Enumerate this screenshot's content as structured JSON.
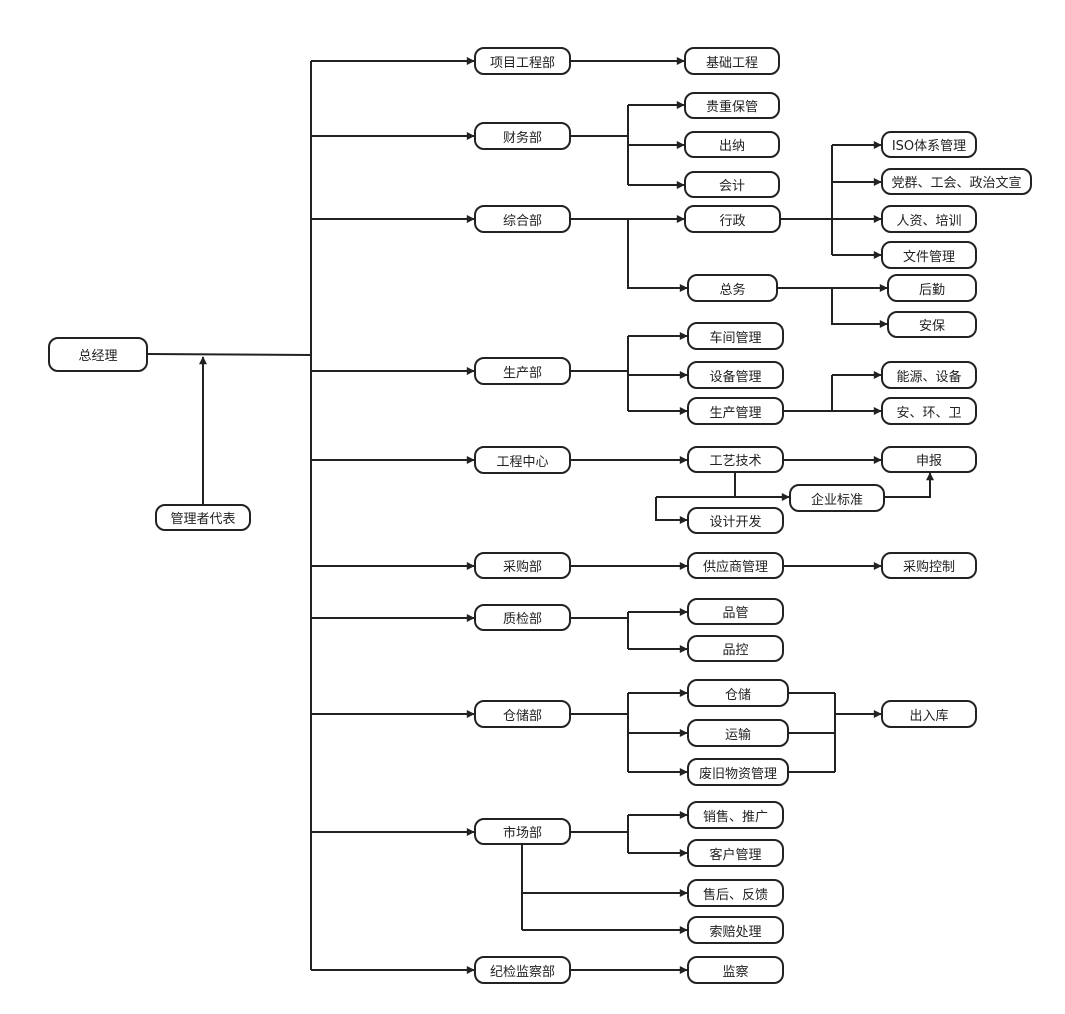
{
  "nodes": {
    "ceo": "总经理",
    "mgmt_rep": "管理者代表",
    "proj": "项目工程部",
    "foundation": "基础工程",
    "finance": "财务部",
    "valuables": "贵重保管",
    "cashier": "出纳",
    "accounting": "会计",
    "general_affairs_dept": "综合部",
    "admin": "行政",
    "iso": "ISO体系管理",
    "party": "党群、工会、政治文宣",
    "hr": "人资、培训",
    "docs": "文件管理",
    "general_services": "总务",
    "logistics": "后勤",
    "security": "安保",
    "production_dept": "生产部",
    "workshop": "车间管理",
    "equipment": "设备管理",
    "production_mgmt": "生产管理",
    "energy": "能源、设备",
    "safety": "安、环、卫",
    "engineering": "工程中心",
    "process_tech": "工艺技术",
    "declare": "申报",
    "standards": "企业标准",
    "design": "设计开发",
    "purchasing": "采购部",
    "supplier": "供应商管理",
    "purchase_control": "采购控制",
    "qc_dept": "质检部",
    "quality_mgmt": "品管",
    "quality_control": "品控",
    "storage_dept": "仓储部",
    "warehouse": "仓储",
    "transport": "运输",
    "waste": "废旧物资管理",
    "inout": "出入库",
    "market_dept": "市场部",
    "sales": "销售、推广",
    "customer": "客户管理",
    "aftersales": "售后、反馈",
    "claims": "索赔处理",
    "discipline_dept": "纪检监察部",
    "supervision": "监察"
  }
}
